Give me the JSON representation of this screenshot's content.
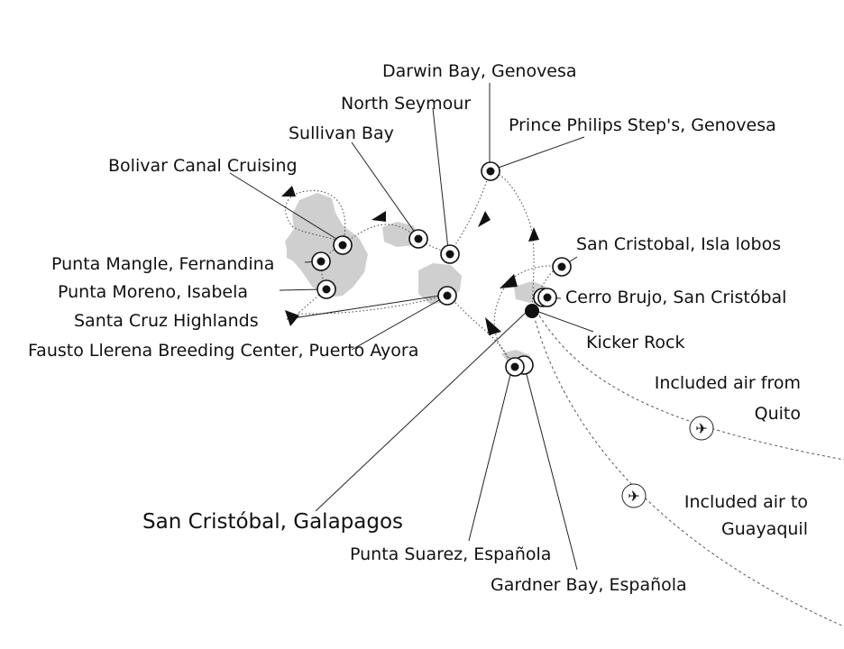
{
  "labels": {
    "darwin_bay": "Darwin Bay, Genovesa",
    "north_seymour": "North Seymour",
    "prince_philips": "Prince Philips Step's, Genovesa",
    "sullivan_bay": "Sullivan Bay",
    "bolivar_canal": "Bolivar Canal Cruising",
    "san_cristobal_isla_lobos": "San Cristobal, Isla lobos",
    "punta_mangle": "Punta Mangle, Fernandina",
    "punta_moreno": "Punta Moreno, Isabela",
    "cerro_brujo": "Cerro Brujo, San Cristóbal",
    "santa_cruz_highlands": "Santa Cruz Highlands",
    "fausto_llerena": "Fausto Llerena Breeding Center, Puerto Ayora",
    "kicker_rock": "Kicker Rock",
    "san_cristobal_galapagos": "San Cristóbal, Galapagos",
    "punta_suarez": "Punta Suarez, Española",
    "gardner_bay": "Gardner Bay, Española"
  },
  "air": {
    "from_line1": "Included air from",
    "from_line2": "Quito",
    "to_line1": "Included air to",
    "to_line2": "Guayaquil",
    "plane_icon": "✈"
  }
}
